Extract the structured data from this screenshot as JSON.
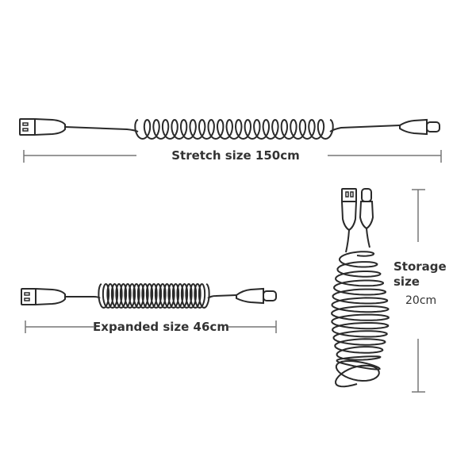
{
  "stretch": {
    "label": "Stretch size 150cm"
  },
  "expanded": {
    "label": "Expanded size 46cm"
  },
  "storage": {
    "title_line1": "Storage",
    "title_line2": "size",
    "value": "20cm"
  },
  "colors": {
    "ink": "#2a2a2a",
    "dimension_line": "#777777",
    "text": "#333333"
  },
  "icons": [
    "usb-a-connector-icon",
    "usb-c-connector-icon",
    "coiled-cable-icon"
  ]
}
